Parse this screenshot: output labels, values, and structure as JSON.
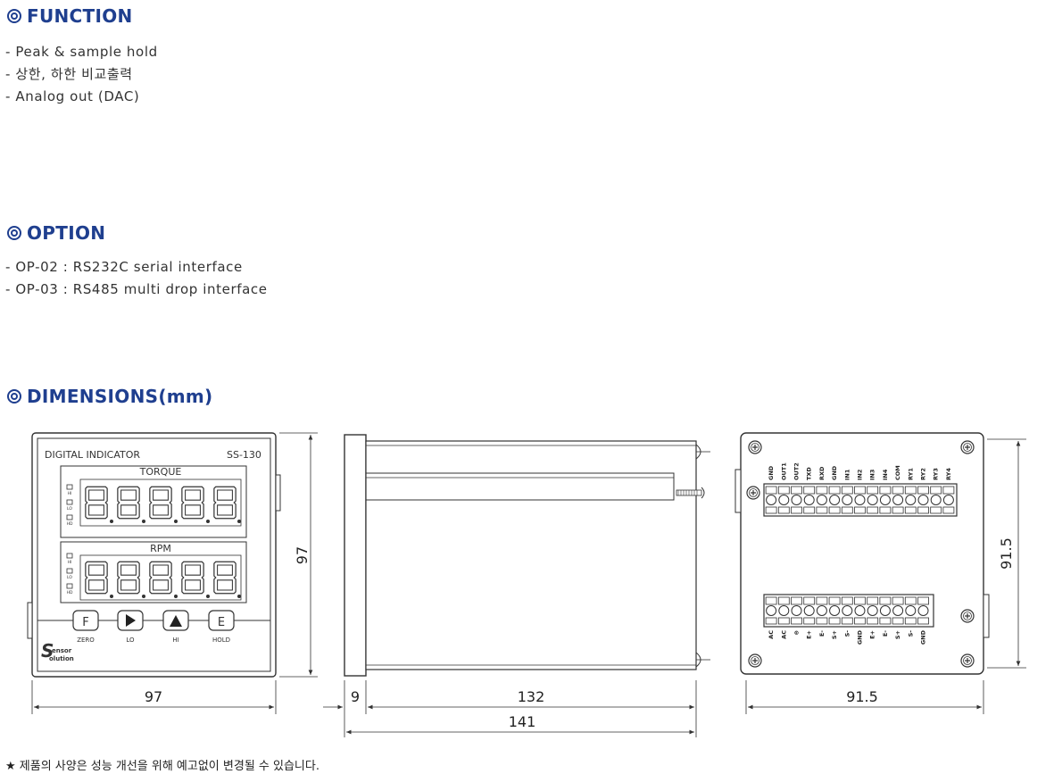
{
  "sections": {
    "function": {
      "title": "FUNCTION",
      "items": [
        "- Peak & sample hold",
        "- 상한, 하한 비교출력",
        "- Analog out (DAC)"
      ]
    },
    "option": {
      "title": "OPTION",
      "items": [
        "- OP-02 : RS232C serial interface",
        "- OP-03 : RS485 multi drop interface"
      ]
    },
    "dimensions": {
      "title": "DIMENSIONS(mm)"
    }
  },
  "front_panel": {
    "label": "DIGITAL INDICATOR",
    "model": "SS-130",
    "display_top_label": "TORQUE",
    "display_bottom_label": "RPM",
    "indicator_labels": [
      "HI",
      "LO",
      "HD"
    ],
    "digits": "8.8.8.8.8.",
    "buttons": [
      {
        "key": "F",
        "caption": "ZERO"
      },
      {
        "key": "▶",
        "caption": "LO"
      },
      {
        "key": "▲",
        "caption": "HI"
      },
      {
        "key": "E",
        "caption": "HOLD"
      }
    ],
    "logo_line1": "ensor",
    "logo_line2": "olution"
  },
  "terminals": {
    "top": [
      "GND",
      "OUT1",
      "OUT2",
      "TXD",
      "RXD",
      "GND",
      "IN1",
      "IN2",
      "IN3",
      "IN4",
      "COM",
      "RY1",
      "RY2",
      "RY3",
      "RY4"
    ],
    "bottom": [
      "AC",
      "AC",
      "⊜",
      "E+",
      "E-",
      "S+",
      "S-",
      "GND",
      "E+",
      "E-",
      "S+",
      "S-",
      "GND"
    ]
  },
  "dimensions": {
    "front_width": "97",
    "front_height": "97",
    "side_bezel": "9",
    "side_body": "132",
    "side_total": "141",
    "rear_width": "91.5",
    "rear_height": "91.5"
  },
  "footnote": "★ 제품의 사양은 성능 개선을 위해 예고없이 변경될 수 있습니다.",
  "colors": {
    "heading": "#1f3f8f",
    "line": "#333333"
  }
}
